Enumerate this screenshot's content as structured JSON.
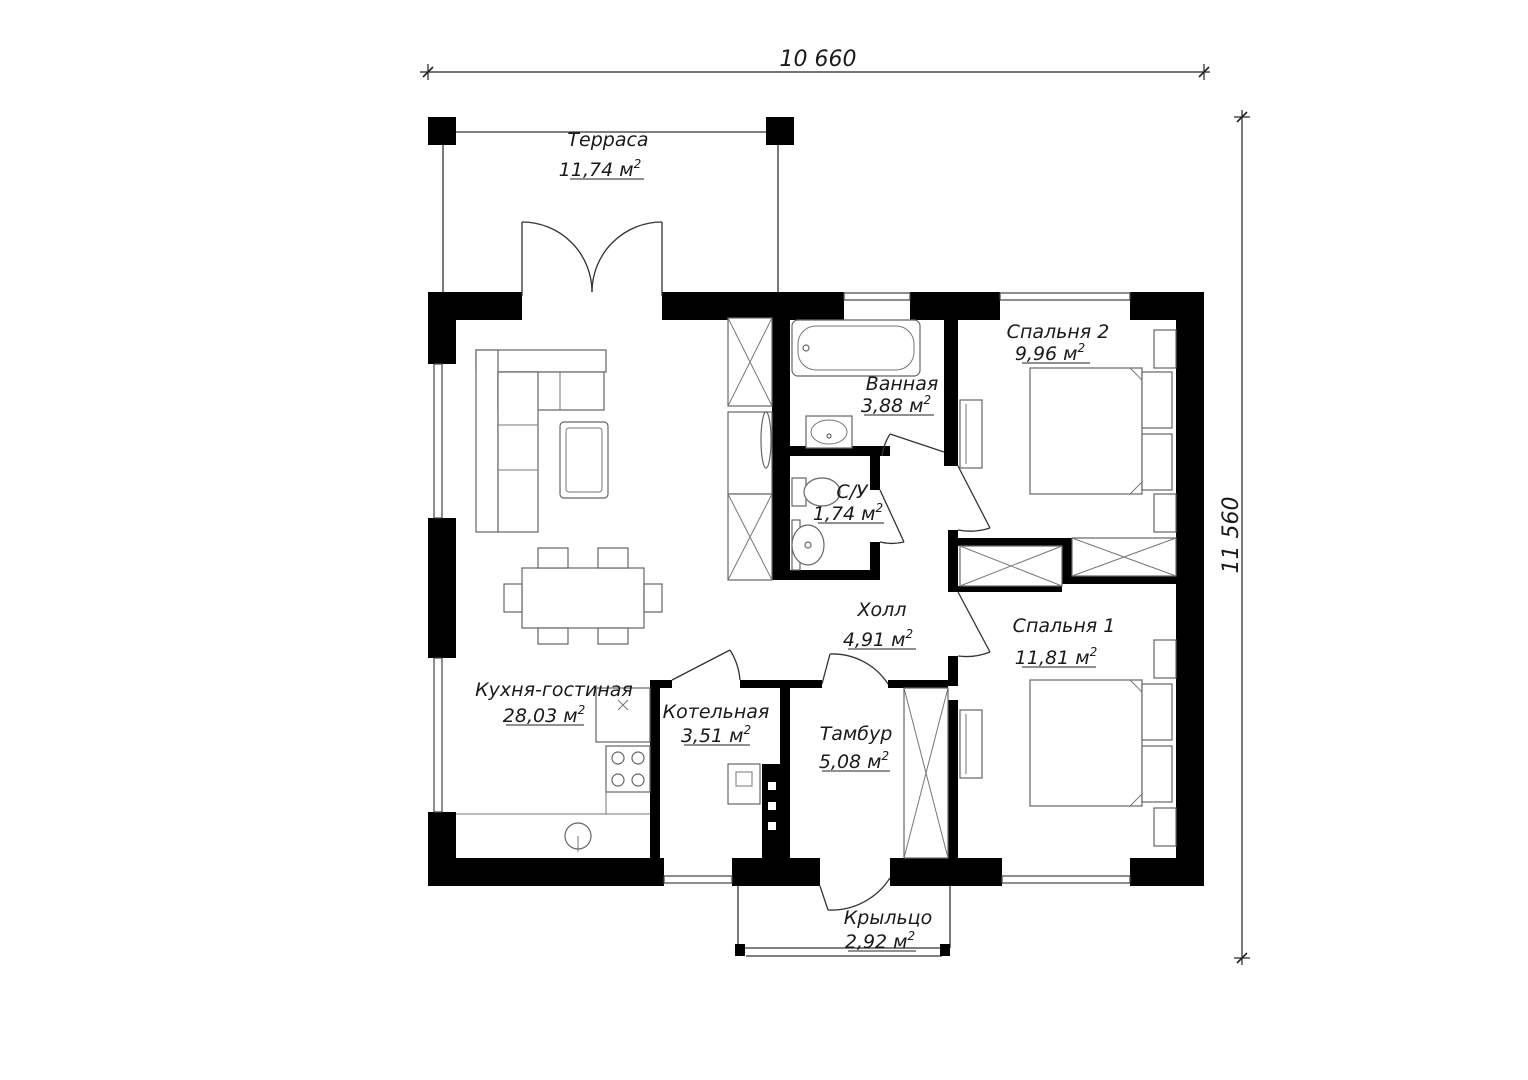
{
  "dimensions": {
    "width": "10 660",
    "height": "11 560"
  },
  "rooms": {
    "terrace": {
      "name": "Терраса",
      "area": "11,74 м",
      "sup": "2"
    },
    "bathroom": {
      "name": "Ванная",
      "area": "3,88 м",
      "sup": "2"
    },
    "bedroom2": {
      "name": "Спальня 2",
      "area": "9,96 м",
      "sup": "2"
    },
    "wc": {
      "name": "С/У",
      "area": "1,74 м",
      "sup": "2"
    },
    "hall": {
      "name": "Холл",
      "area": "4,91 м",
      "sup": "2"
    },
    "bedroom1": {
      "name": "Спальня 1",
      "area": "11,81 м",
      "sup": "2"
    },
    "kitchen": {
      "name": "Кухня-гостиная",
      "area": "28,03 м",
      "sup": "2"
    },
    "boiler": {
      "name": "Котельная",
      "area": "3,51 м",
      "sup": "2"
    },
    "vestibule": {
      "name": "Тамбур",
      "area": "5,08 м",
      "sup": "2"
    },
    "porch": {
      "name": "Крыльцо",
      "area": "2,92 м",
      "sup": "2"
    }
  }
}
